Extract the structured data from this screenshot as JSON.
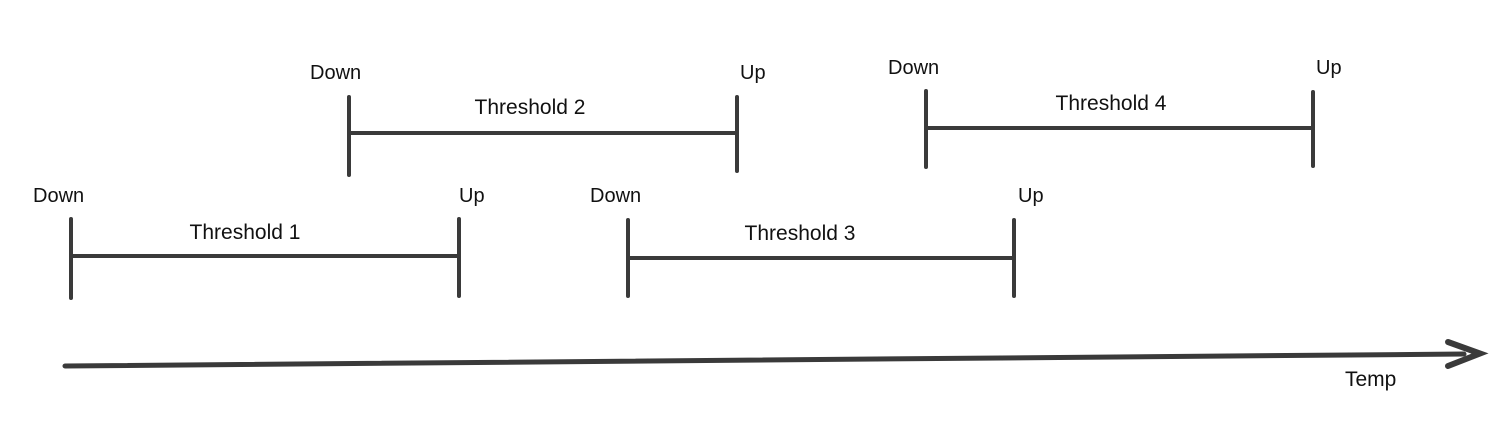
{
  "diagram": {
    "axis": {
      "label": "Temp"
    },
    "colors": {
      "line": "#3a3a3a",
      "text": "#111111",
      "background": "#ffffff"
    },
    "thresholds": [
      {
        "name": "Threshold 1",
        "down_label": "Down",
        "up_label": "Up",
        "row": "lower"
      },
      {
        "name": "Threshold 2",
        "down_label": "Down",
        "up_label": "Up",
        "row": "upper"
      },
      {
        "name": "Threshold 3",
        "down_label": "Down",
        "up_label": "Up",
        "row": "lower"
      },
      {
        "name": "Threshold 4",
        "down_label": "Down",
        "up_label": "Up",
        "row": "upper"
      }
    ]
  }
}
